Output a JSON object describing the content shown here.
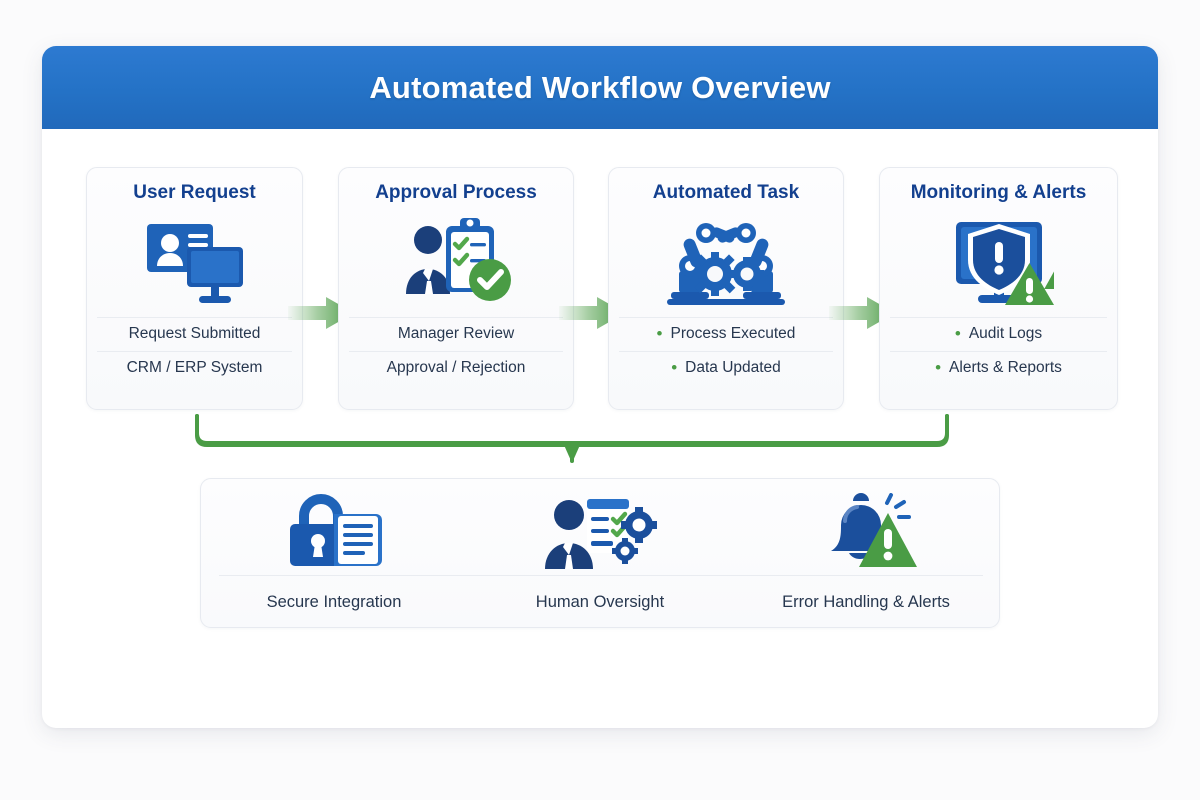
{
  "header": {
    "title": "Automated Workflow Overview",
    "bar_color": "#2472c6",
    "title_color": "#ffffff"
  },
  "theme": {
    "page_background": "#fbfbfc",
    "panel_background": "#ffffff",
    "card_border": "#e7eaf0",
    "card_title_color": "#13408f",
    "body_text_color": "#27374f",
    "accent_blue": "#1b4f9c",
    "accent_green": "#4a9c45",
    "arrow_green": "#5aa койcount"
  },
  "stages": [
    {
      "title": "User Request",
      "icon": "user-card-monitor-icon",
      "bulleted": false,
      "items": [
        "Request Submitted",
        "CRM / ERP System"
      ]
    },
    {
      "title": "Approval Process",
      "icon": "manager-clipboard-check-icon",
      "bulleted": false,
      "items": [
        "Manager Review",
        "Approval / Rejection"
      ]
    },
    {
      "title": "Automated Task",
      "icon": "robot-arms-gears-icon",
      "bulleted": true,
      "items": [
        "Process Executed",
        "Data Updated"
      ]
    },
    {
      "title": "Monitoring & Alerts",
      "icon": "monitor-shield-warning-icon",
      "bulleted": true,
      "items": [
        "Audit Logs",
        "Alerts & Reports"
      ]
    }
  ],
  "connectors": {
    "arrow_icon": "arrow-right-icon",
    "bracket_icon": "bracket-down-connector-icon",
    "bracket_color": "#4a9c45",
    "arrow_count": 3
  },
  "features": [
    {
      "label": "Secure Integration",
      "icon": "lock-document-icon"
    },
    {
      "label": "Human Oversight",
      "icon": "person-checklist-gears-icon"
    },
    {
      "label": "Error Handling & Alerts",
      "icon": "bell-warning-icon"
    }
  ]
}
